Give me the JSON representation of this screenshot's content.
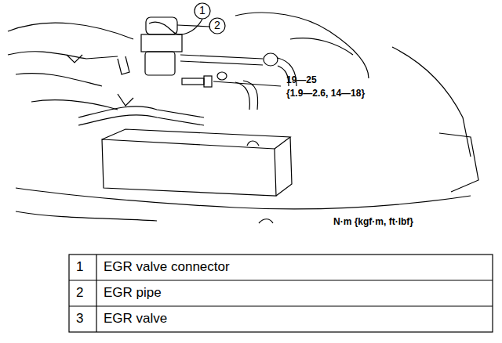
{
  "diagram": {
    "labels": [
      "1",
      "2",
      "19—25",
      "{1.9—2.6, 14—18}",
      "N·m {kgf·m, ft·lbf}",
      "1",
      "EGR valve connector",
      "2",
      "EGR pipe",
      "3",
      "EGR valve"
    ]
  }
}
